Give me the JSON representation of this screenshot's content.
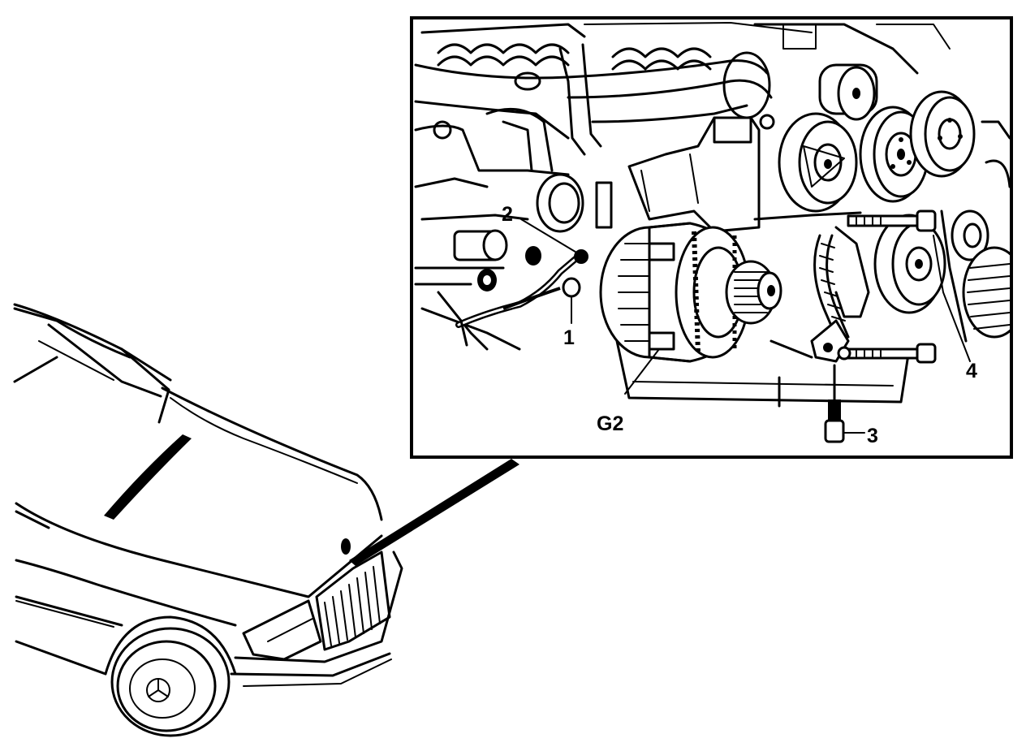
{
  "diagram": {
    "type": "technical-illustration",
    "labels": {
      "one": "1",
      "two": "2",
      "three": "3",
      "four": "4",
      "alternator": "G2"
    }
  }
}
